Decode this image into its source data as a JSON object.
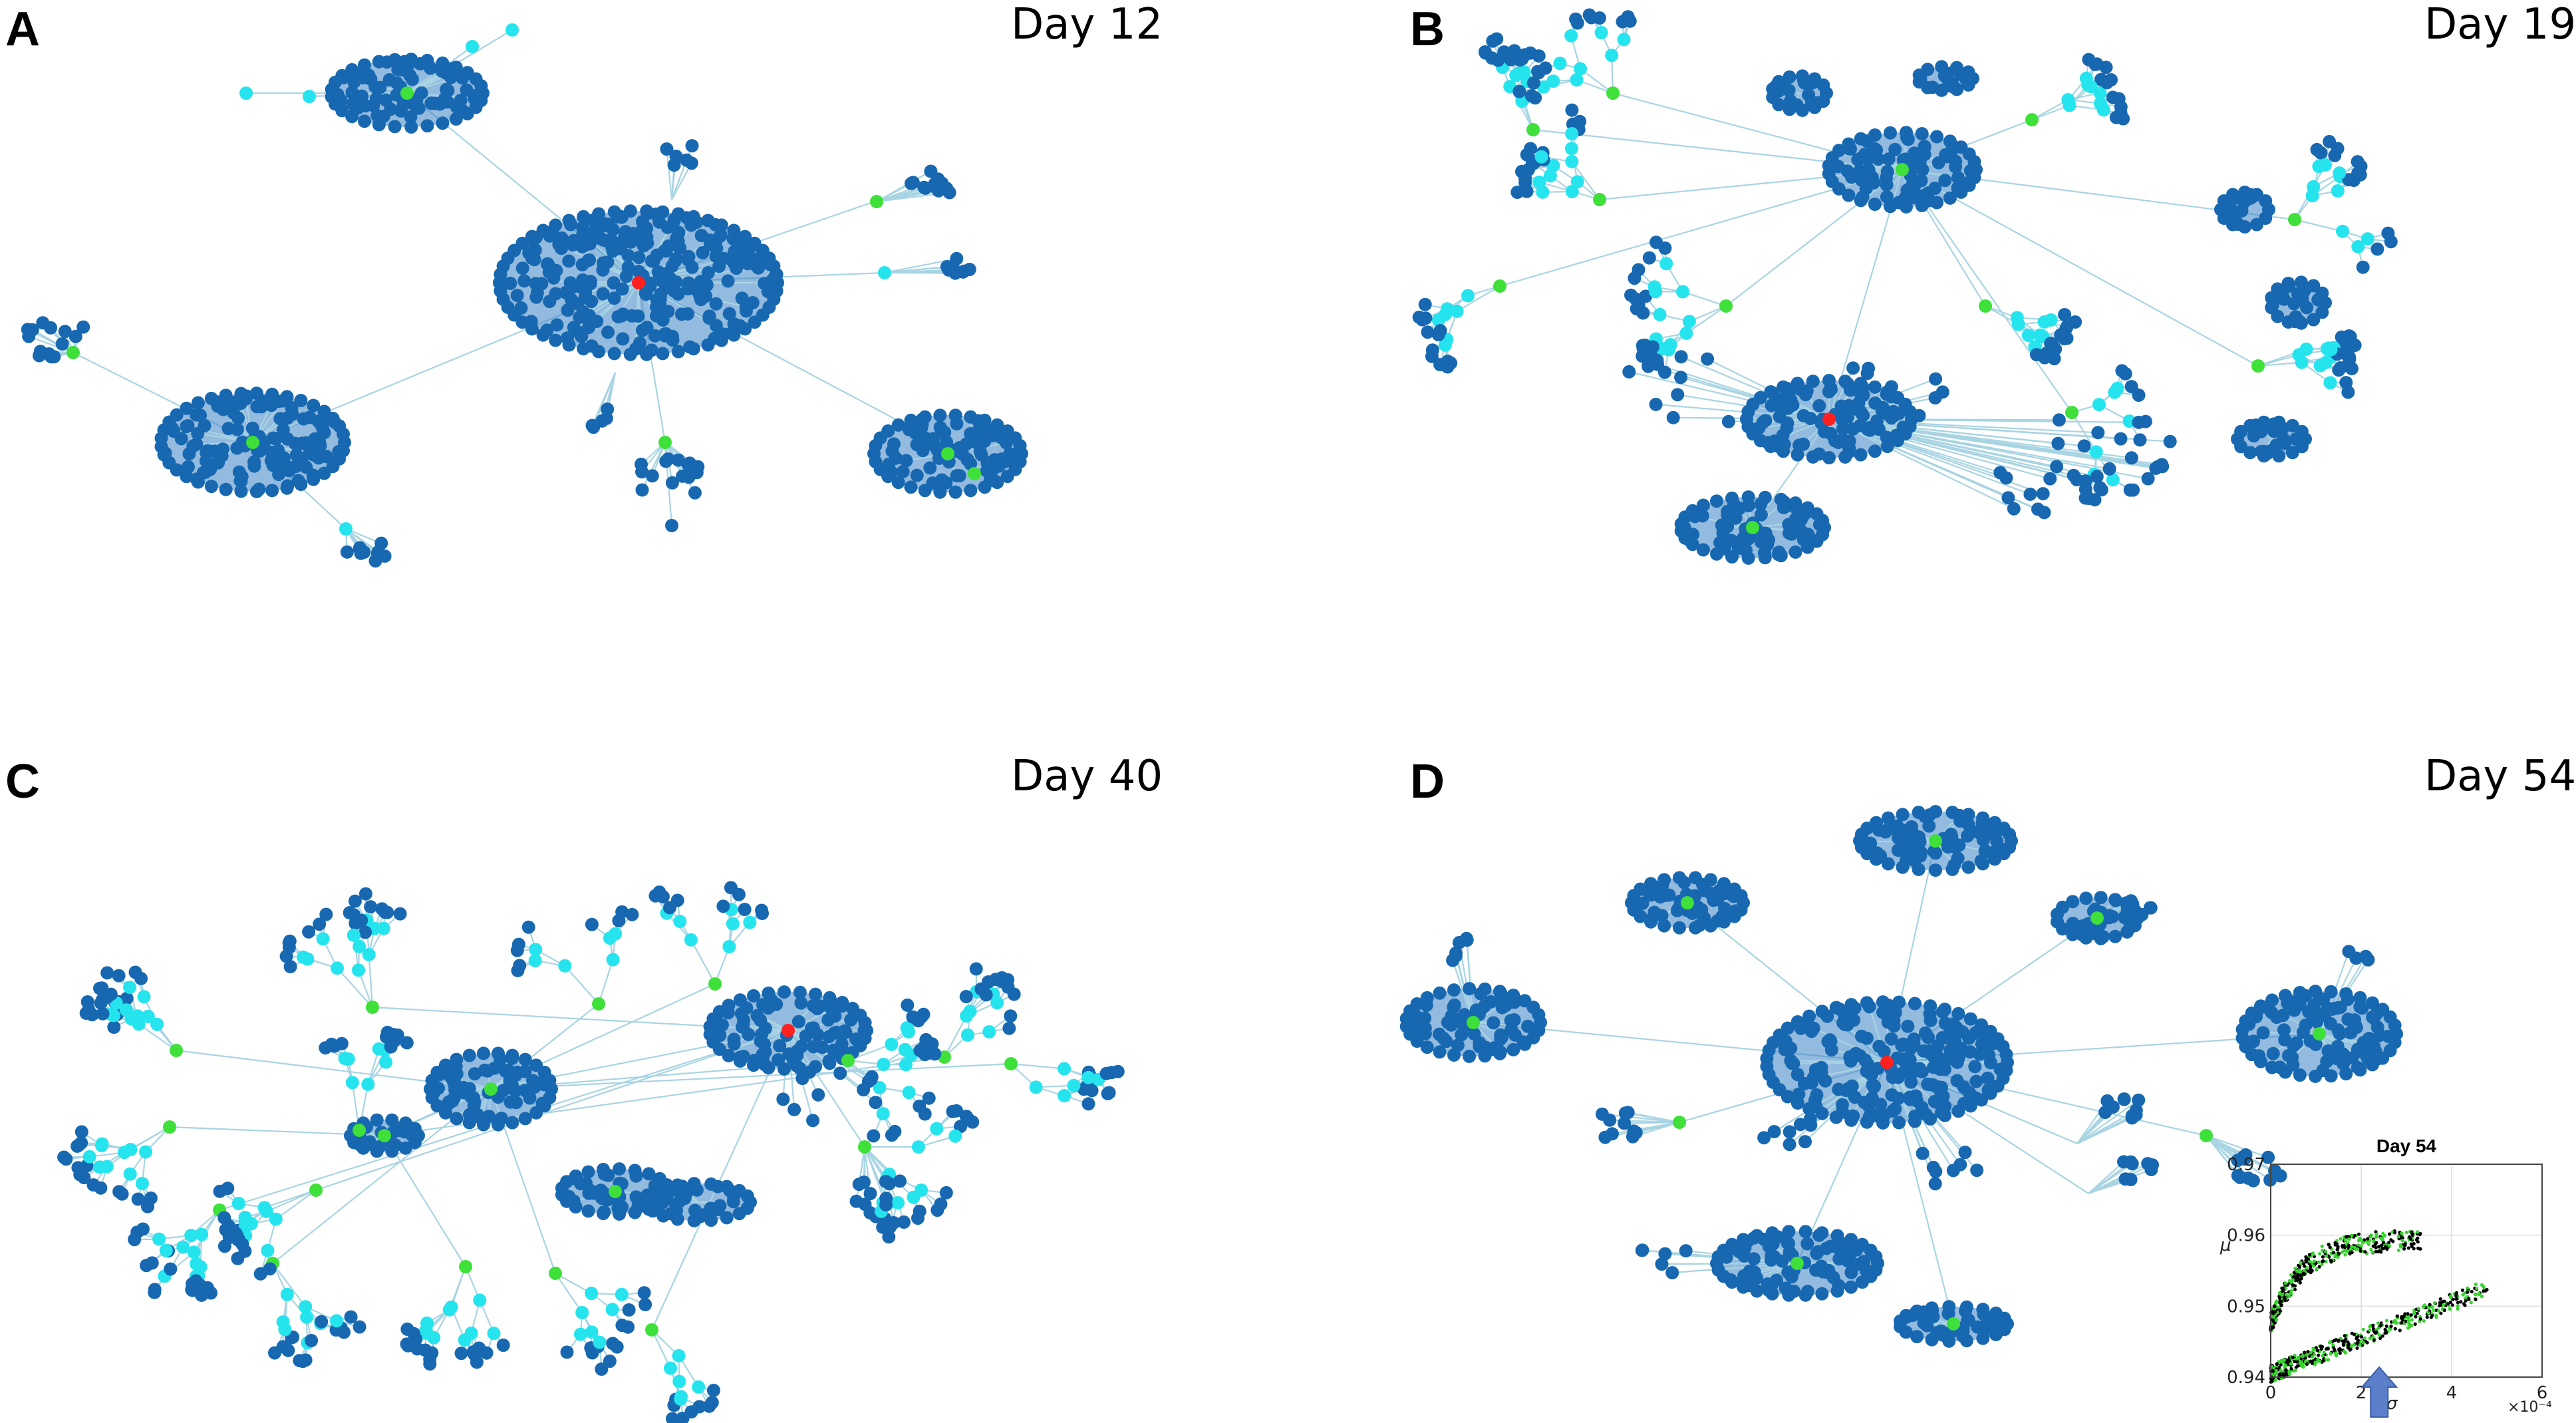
{
  "colors": {
    "node": "#1768b0",
    "node_light": "#25e4ee",
    "node_green": "#3fe03a",
    "node_red": "#ff2020",
    "edge": "#a8d4e3",
    "arrow": "#5b7fc9"
  },
  "panels": [
    {
      "letter": "A",
      "day": "Day 12"
    },
    {
      "letter": "B",
      "day": "Day 19"
    },
    {
      "letter": "C",
      "day": "Day 40"
    },
    {
      "letter": "D",
      "day": "Day 54"
    }
  ],
  "inset": {
    "title": "Day 54",
    "xlabel": "σ",
    "ylabel": "μ",
    "x_exponent": "×10⁻⁴",
    "xlim": [
      0,
      6
    ],
    "ylim": [
      0.94,
      0.97
    ],
    "xticks": [
      "0",
      "2",
      "4",
      "6"
    ],
    "yticks": [
      "0.94",
      "0.95",
      "0.96",
      "0.97"
    ],
    "arrow_x": 2.4
  }
}
